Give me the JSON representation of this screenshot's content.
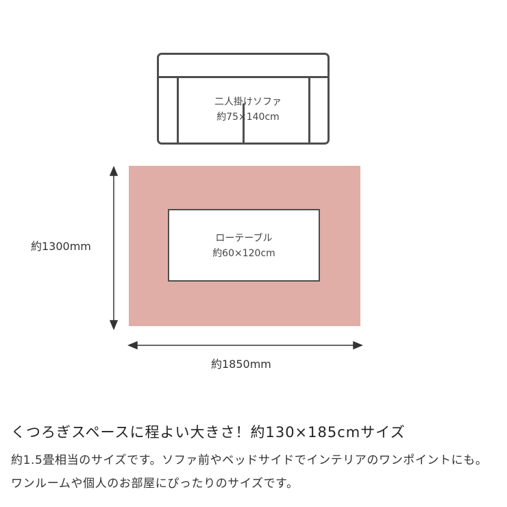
{
  "sofa": {
    "name": "二人掛けソファ",
    "size": "約75×140cm"
  },
  "table": {
    "name": "ローテーブル",
    "size": "約60×120cm"
  },
  "rug": {
    "height_label": "約1300mm",
    "width_label": "約1850mm",
    "color": "#e0aea6"
  },
  "text": {
    "headline": "くつろぎスペースに程よい大きさ！約130×185cmサイズ",
    "body": "約1.5畳相当のサイズです。ソファ前やベッドサイドでインテリアのワンポイントにも。ワンルームや個人のお部屋にぴったりのサイズです。"
  }
}
